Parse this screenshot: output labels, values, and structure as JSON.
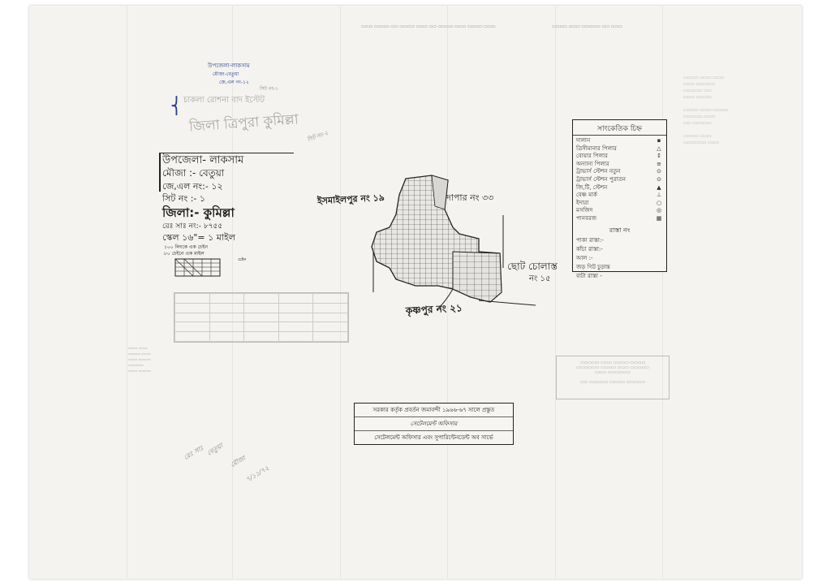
{
  "header_notes": [
    "উপজেলা-লাকসাম",
    "মৌজা-বেতুয়া",
    "জে,এল নং-১২",
    "সিট নং-১"
  ],
  "header_stamp": {
    "line1": "চাকলা রোশনা বাদ ইস্টেট",
    "line2": "জিলা ত্রিপুরা কুমিল্লা",
    "sheet_tag": "সিট নং-২"
  },
  "title_block": {
    "upazila": "উপজেলা- লাকসাম",
    "mouza": "মৌজা :- বেতুয়া",
    "jl_no": "জে,এল নং:- ১২",
    "sheet_no": "সিট নং :- ১",
    "district": "জিলা:- কুমিল্লা",
    "rev_no": "রেঃ সাঃ নং:- ৮৭৫৫",
    "scale": "স্কেল ১৬\"= ১ মাইল",
    "chain1": "১০০ লিংকে এক চেইন",
    "chain2": "৮০ চেইনে এক মাইল",
    "chain_label": "চেইন"
  },
  "neighbors": {
    "west": "ইসমাইলপুর নং ১৯",
    "east": "দাপার নং ৩৩",
    "southeast_line1": "ছোট চোলাস্ত",
    "southeast_line2": "নং ১৫",
    "south": "কৃষ্ণপুর নং ২১"
  },
  "legend": {
    "title": "সাংকেতিক চিহ্ন",
    "rows": [
      {
        "label": "দালান",
        "symbol": "▪"
      },
      {
        "label": "ত্রিসীমানার পিলার",
        "symbol": "△"
      },
      {
        "label": "বোয়ার পিলার",
        "symbol": "↕"
      },
      {
        "label": "অন্যান্য পিলার",
        "symbol": "≡"
      },
      {
        "label": "ট্রাভার্স স্টেশন নতুন",
        "symbol": "⊙"
      },
      {
        "label": "ট্রাভার্স স্টেশন পুরাতন",
        "symbol": "⊙"
      },
      {
        "label": "জি,টি, স্টেশন",
        "symbol": "▲"
      },
      {
        "label": "বেঞ্চ মার্ক",
        "symbol": "⊥"
      },
      {
        "label": "ইদারা",
        "symbol": "○"
      },
      {
        "label": "মসজিদ",
        "symbol": "◎"
      },
      {
        "label": "পানবরজ",
        "symbol": "▦"
      }
    ],
    "sub_title": "রাস্তা নং",
    "roads": [
      "পাকা রাস্তা:-",
      "কাঁচা রাস্তা:-",
      "আল :-",
      "জড় গিট চুড়ান্ত",
      "বাটা রাস্তা -"
    ]
  },
  "certificate": {
    "line1": "সরকার কর্তৃক প্রবর্তন জমাবন্দী ১৯৬৬-৬৭ সালে প্রস্তুত",
    "line2": "সেটেলমেন্ট অফিসার",
    "line3": "সেটেলমেন্ট অফিসার এবং সুপারিন্টেনডেন্ট অব সার্ভে"
  },
  "pencil_notes": {
    "upper_left": "সিট নং - ২",
    "lower_left_1": "রেঃ সাঃ",
    "lower_left_2": "বেতুয়া",
    "lower_left_3": "মৌজা",
    "lower_left_4": "৭/১১/৭২"
  },
  "colors": {
    "paper": "#f4f3ef",
    "ink": "#1d1d1d",
    "blue_ink": "#2a3f8f",
    "pencil": "#8a8a96"
  }
}
